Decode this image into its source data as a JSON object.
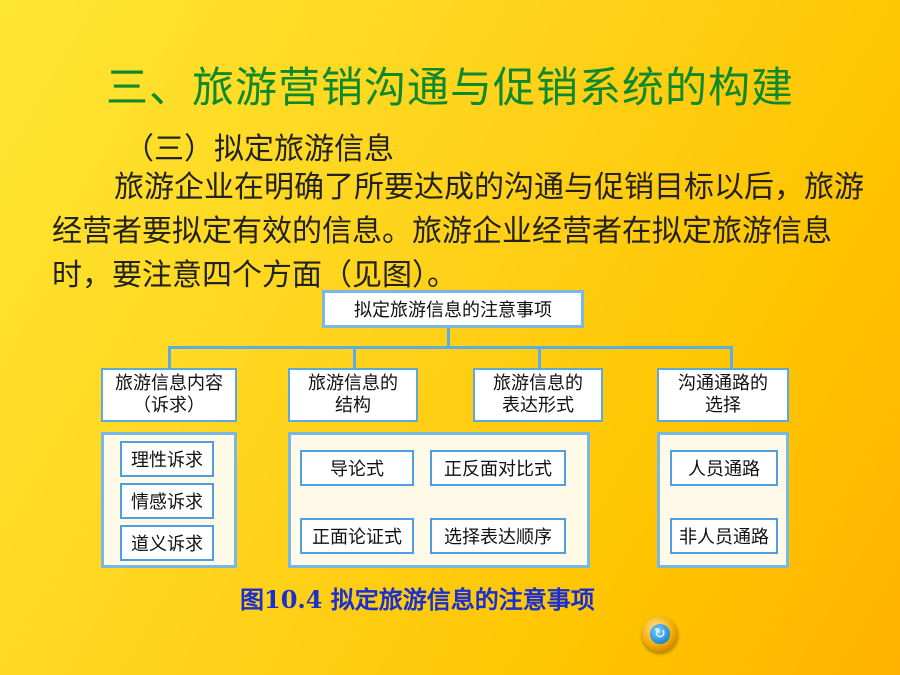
{
  "title": "三、旅游营销沟通与促销系统的构建",
  "subtitle": "（三）拟定旅游信息",
  "paragraph": "旅游企业在明确了所要达成的沟通与促销目标以后，旅游经营者要拟定有效的信息。旅游企业经营者在拟定旅游信息时，要注意四个方面（见图）。",
  "diagram": {
    "root": "拟定旅游信息的注意事项",
    "categories": [
      {
        "line1": "旅游信息内容",
        "line2": "（诉求）",
        "items": [
          "理性诉求",
          "情感诉求",
          "道义诉求"
        ]
      },
      {
        "line1": "旅游信息的",
        "line2": "结构",
        "items": [
          "导论式",
          "正反面对比式",
          "正面论证式",
          "选择表达顺序"
        ]
      },
      {
        "line1": "旅游信息的",
        "line2": "表达形式",
        "items": []
      },
      {
        "line1": "沟通通路的",
        "line2": "选择",
        "items": [
          "人员通路",
          "非人员通路"
        ]
      }
    ],
    "colors": {
      "connector": "#5aaee8",
      "box_border": "#79b8e6",
      "title": "#0f8a2a",
      "caption": "#1a2fcf"
    }
  },
  "caption": "图10.4  拟定旅游信息的注意事项",
  "nav": {
    "icon": "return-icon",
    "glyph": "↻"
  }
}
